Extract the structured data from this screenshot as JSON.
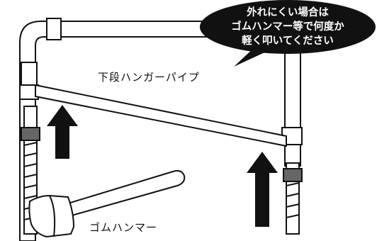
{
  "callout": {
    "lines": [
      "外れにくい場合は",
      "ゴムハンマー等で何度か",
      "軽く叩いてください"
    ],
    "background_color": "#111111",
    "text_color": "#ffffff"
  },
  "labels": {
    "pipe": "下段ハンガーパイプ",
    "hammer": "ゴムハンマー"
  },
  "icons": {
    "arrow_left": "up-arrow-icon",
    "arrow_right": "up-arrow-icon",
    "hammer": "rubber-hammer-icon"
  },
  "colors": {
    "line": "#111111",
    "pipe_fill": "#ffffff",
    "sleeve": "#555555"
  }
}
